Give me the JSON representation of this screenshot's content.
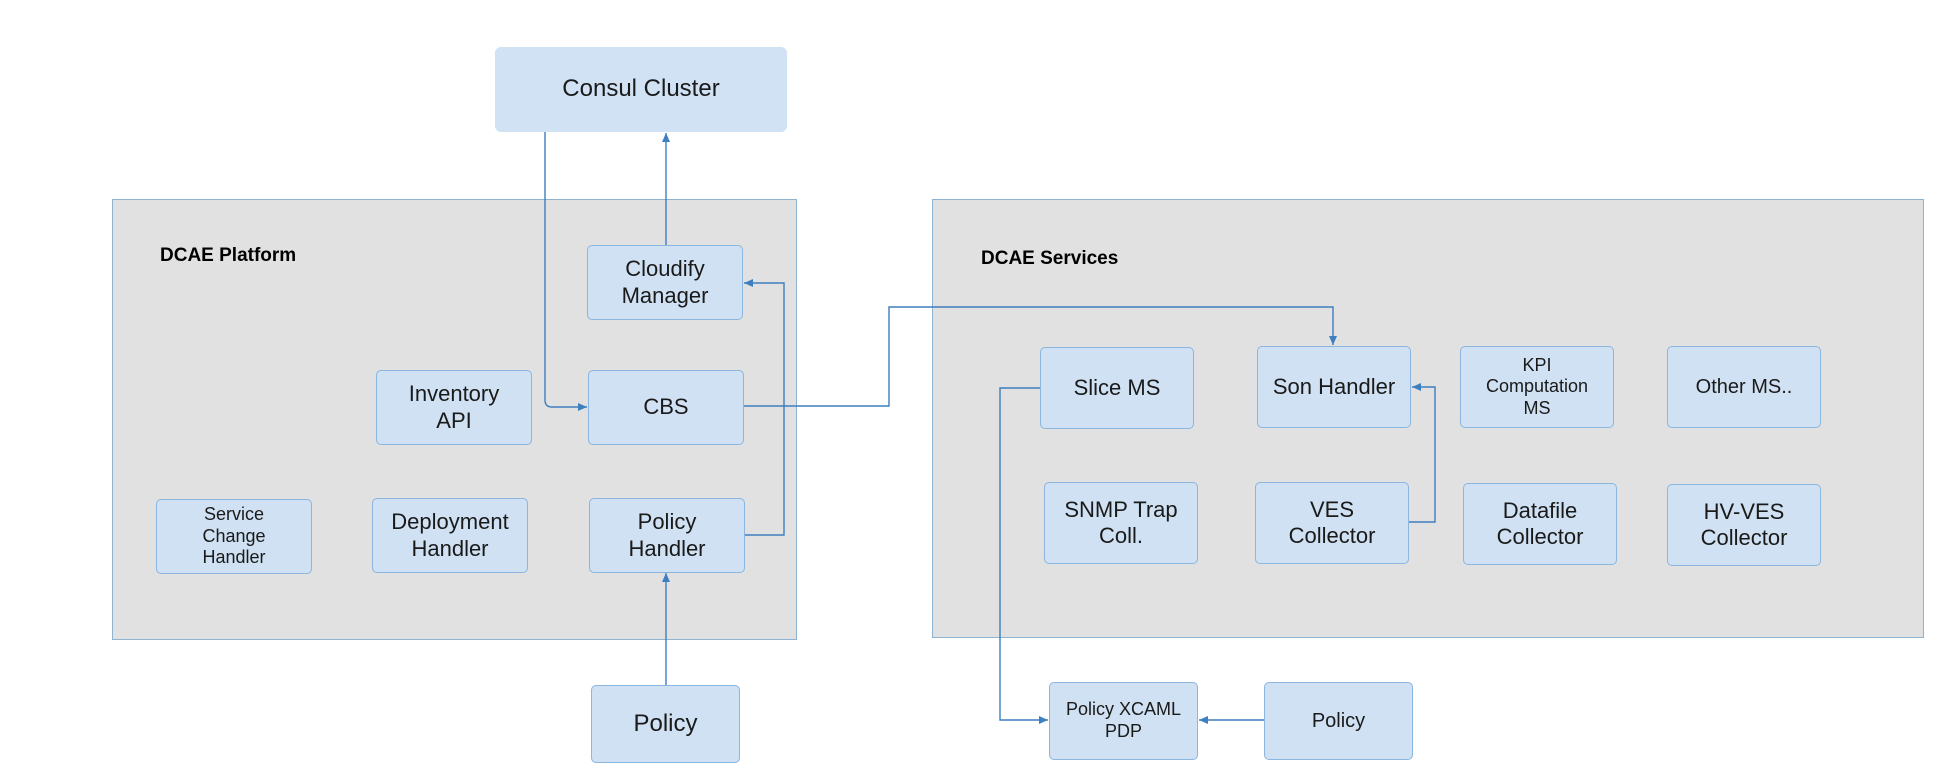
{
  "colors": {
    "group_fill": "#e1e1e1",
    "group_border": "#8fb3d3",
    "node_fill": "#cfe1f3",
    "node_border": "#8ab6df",
    "edge": "#3d7fbf"
  },
  "consul": {
    "label": "Consul Cluster"
  },
  "platform": {
    "title": "DCAE Platform",
    "cloudify": "Cloudify\nManager",
    "inventory": "Inventory\nAPI",
    "cbs": "CBS",
    "service_change": "Service\nChange\nHandler",
    "deployment": "Deployment\nHandler",
    "policy_handler": "Policy\nHandler"
  },
  "policy_source": "Policy",
  "services": {
    "title": "DCAE Services",
    "slice_ms": "Slice MS",
    "son_handler": "Son Handler",
    "kpi": "KPI\nComputation\nMS",
    "other_ms": "Other MS..",
    "snmp": "SNMP Trap\nColl.",
    "ves": "VES\nCollector",
    "datafile": "Datafile\nCollector",
    "hv_ves": "HV-VES\nCollector"
  },
  "pdp": {
    "label": "Policy XCAML\nPDP"
  },
  "policy_right": "Policy",
  "edges": [
    {
      "from": "Consul Cluster",
      "to": "CBS"
    },
    {
      "from": "Cloudify Manager",
      "to": "Consul Cluster"
    },
    {
      "from": "Policy Handler",
      "to": "Cloudify Manager"
    },
    {
      "from": "Policy",
      "to": "Policy Handler"
    },
    {
      "from": "CBS",
      "to": "Son Handler"
    },
    {
      "from": "VES Collector",
      "to": "Son Handler"
    },
    {
      "from": "Slice MS",
      "to": "Policy XCAML PDP"
    },
    {
      "from": "Policy",
      "to": "Policy XCAML PDP"
    }
  ]
}
